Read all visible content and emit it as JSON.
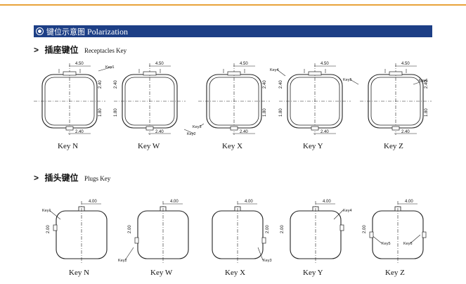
{
  "header": {
    "title_cn": "键位示意图",
    "title_en": "Polarization"
  },
  "receptacles": {
    "title_cn": "插座键位",
    "title_en": "Receptacles Key",
    "dims": {
      "width": "4.50",
      "bottom": "2.40",
      "key_a": "2.40",
      "key_b": "1.80"
    },
    "keys": [
      "Key1",
      "Key2",
      "Key3",
      "Key4",
      "Key5",
      "Key6"
    ],
    "captions": [
      "Key N",
      "Key W",
      "Key X",
      "Key Y",
      "Key Z"
    ]
  },
  "plugs": {
    "title_cn": "插头键位",
    "title_en": "Plugs Key",
    "dims": {
      "width": "4.00",
      "side": "2.00"
    },
    "keys": [
      "Key1",
      "Key2",
      "Key3",
      "Key4",
      "Key5",
      "Key6"
    ],
    "captions": [
      "Key N",
      "Key W",
      "Key X",
      "Key Y",
      "Key Z"
    ]
  },
  "colors": {
    "header_bar": "#1d3f86",
    "top_line": "#e8a33a",
    "line": "#222222"
  }
}
